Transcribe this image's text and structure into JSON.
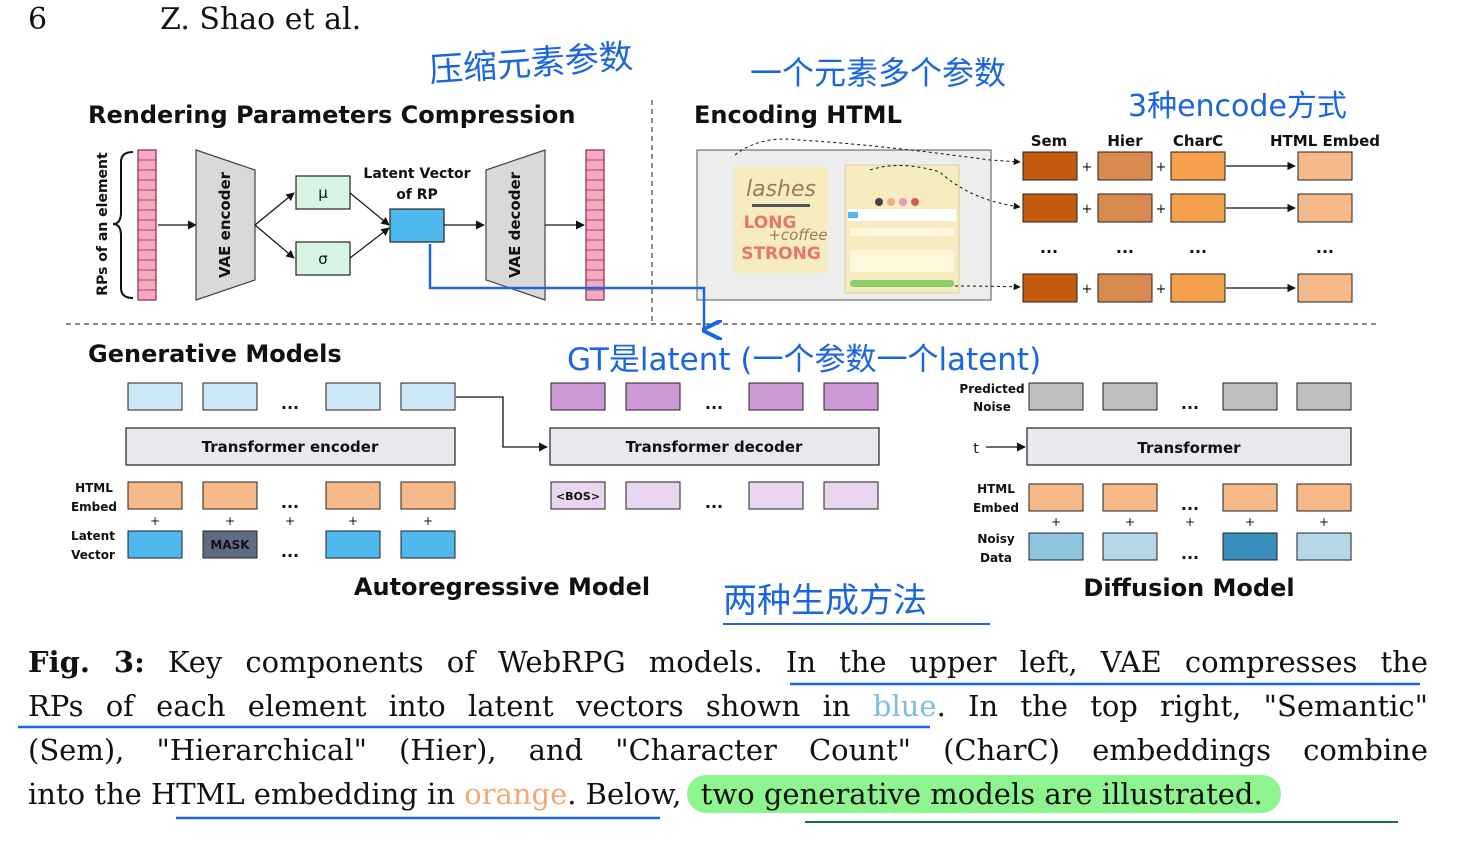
{
  "header": {
    "page_number": "6",
    "authors": "Z. Shao et al."
  },
  "figure": {
    "sections": {
      "compression_title": "Rendering Parameters Compression",
      "encoding_title": "Encoding HTML",
      "generative_title": "Generative Models",
      "autoregressive_title": "Autoregressive Model",
      "diffusion_title": "Diffusion Model"
    },
    "compression": {
      "rps_label": "RPs of an element",
      "encoder_label": "VAE encoder",
      "decoder_label": "VAE decoder",
      "mu": "μ",
      "sigma": "σ",
      "latent_label_1": "Latent Vector",
      "latent_label_2": "of RP"
    },
    "encoding": {
      "col_sem": "Sem",
      "col_hier": "Hier",
      "col_charc": "CharC",
      "col_embed": "HTML Embed",
      "plus": "+",
      "ellipsis": "...",
      "thumb_text_1": "lashes",
      "thumb_text_2": "LONG",
      "thumb_text_3": "+coffee",
      "thumb_text_4": "STRONG"
    },
    "autoregressive": {
      "encoder": "Transformer encoder",
      "decoder": "Transformer decoder",
      "html_embed_1": "HTML",
      "html_embed_2": "Embed",
      "latent_1": "Latent",
      "latent_2": "Vector",
      "mask": "MASK",
      "bos": "<BOS>",
      "ellipsis": "..."
    },
    "diffusion": {
      "predicted_1": "Predicted",
      "predicted_2": "Noise",
      "t": "t",
      "transformer": "Transformer",
      "html_embed_1": "HTML",
      "html_embed_2": "Embed",
      "noisy_1": "Noisy",
      "noisy_2": "Data",
      "ellipsis": "..."
    },
    "annotations": {
      "note_compress": "压缩元素参数",
      "note_one_element": "一个元素多个参数",
      "note_three_encode": "3种encode方式",
      "note_gt": "GT是latent (一个参数一个latent)",
      "note_two_methods": "两种生成方法"
    }
  },
  "caption": {
    "label": "Fig. 3:",
    "l1_a": " Key components of WebRPG models. ",
    "l1_b": "In the upper left, VAE compresses the",
    "l2_a": "RPs of each element into latent vectors shown in ",
    "l2_blue": "blue",
    "l2_c": ". In the top right, \"Semantic\"",
    "l3": "(Sem), \"Hierarchical\" (Hier), and \"Character Count\" (CharC) embeddings combine",
    "l4_a": "into the ",
    "l4_b": "HTML embedding in ",
    "l4_orange": "orange",
    "l4_c": ". Below, ",
    "l4_d": "two generative models are illustrated."
  },
  "colors": {
    "pink": "#f7a9c0",
    "mint": "#d6f5e3",
    "latent_blue": "#4fb8ee",
    "sem": "#c55a11",
    "hier": "#d98a4e",
    "charc": "#f4a04c",
    "embed": "#f6b987",
    "ar_input": "#cde9f7",
    "ar_output": "#cc99d6",
    "ar_dec_in": "#ead5f0",
    "grey_noise": "#bfbfbf",
    "noisy": "#8ec3dd",
    "noisy_dark": "#3a8ebb",
    "ink": "#1a66e0",
    "highlight": "#8ef58e"
  }
}
